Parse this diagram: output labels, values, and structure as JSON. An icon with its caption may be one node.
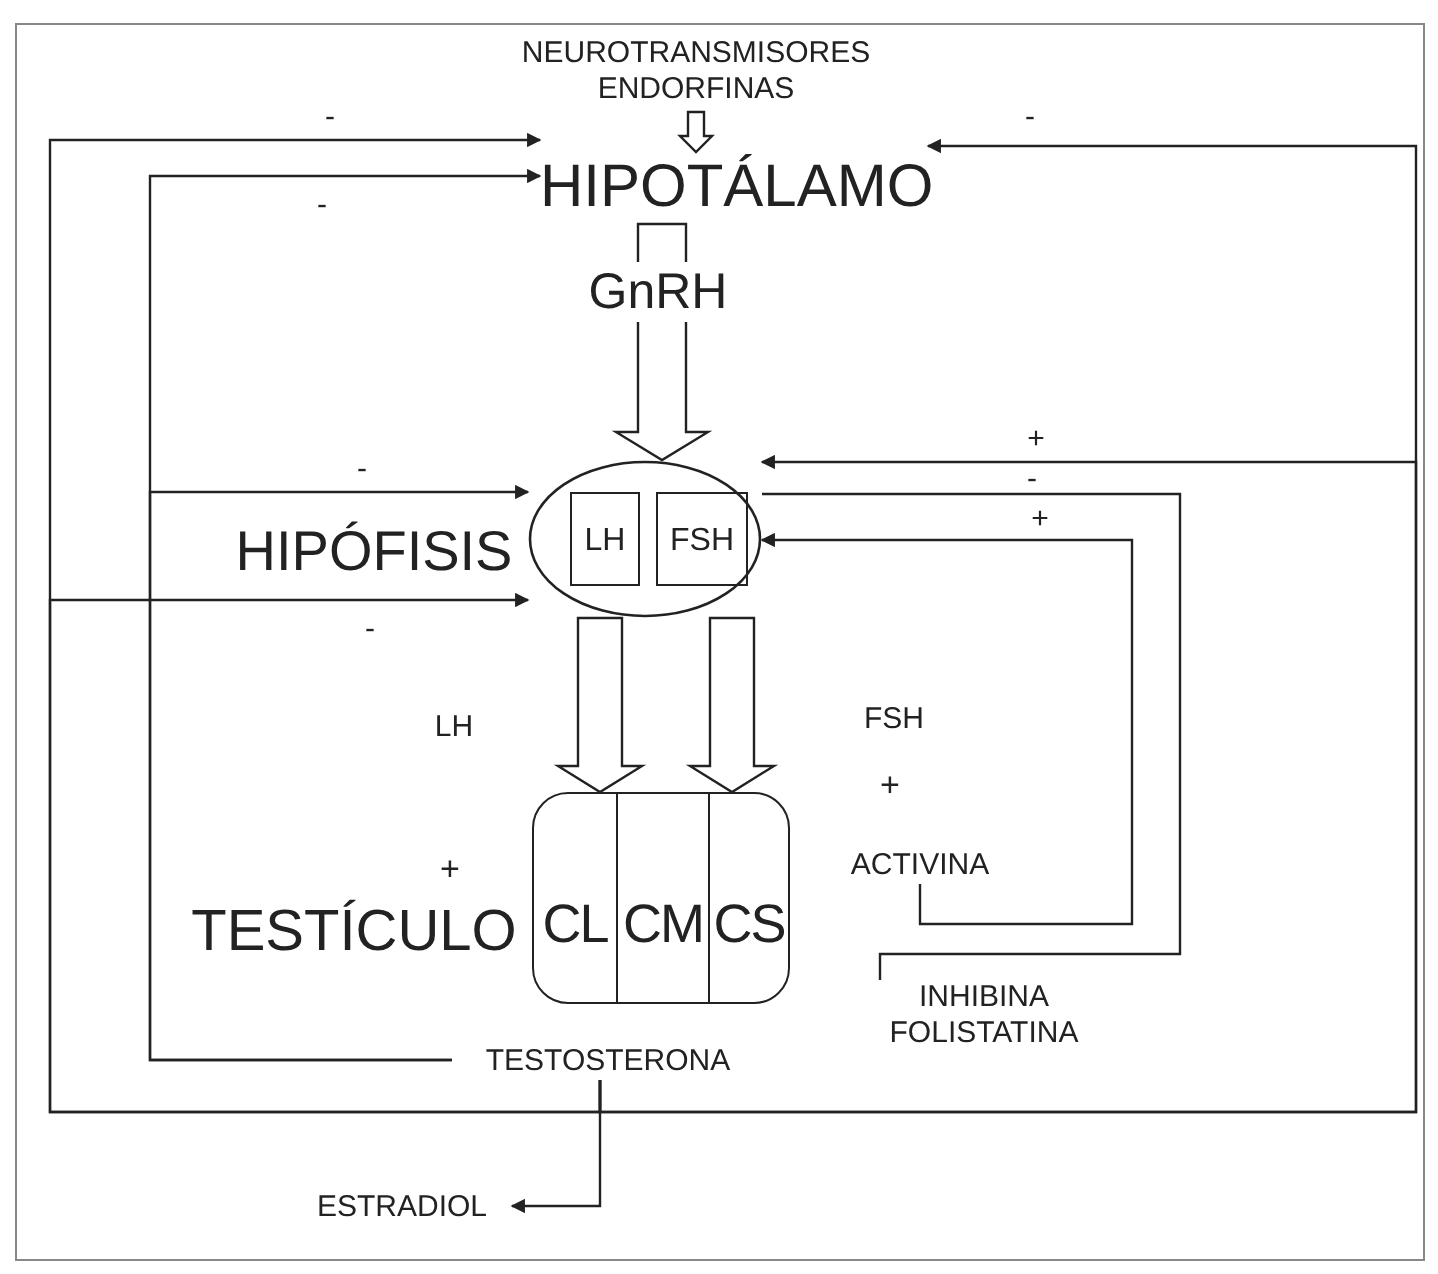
{
  "diagram": {
    "nodes": [
      {
        "text": [
          "NEUROTRANSMISORES ENDORFINAS"
        ]
      },
      {
        "text": [
          "HIPOTÁLAMO"
        ]
      },
      {
        "text": [],
        "shape": "ellipse",
        "beside": [
          "HIPÓFISIS"
        ]
      },
      {
        "text": [
          "LH"
        ],
        "in": 2
      },
      {
        "text": [
          "FSH"
        ],
        "in": 2
      },
      {
        "text": [],
        "shape": "box",
        "beside": [
          "TESTÍCULO"
        ]
      },
      {
        "text": [
          "CL"
        ],
        "in": 5
      },
      {
        "text": [
          "CM"
        ],
        "in": 5
      },
      {
        "text": [
          "CS"
        ],
        "in": 5
      },
      {
        "text": [
          "ACTIVINA"
        ]
      },
      {
        "text": [
          "INHIBINA FOLISTATINA"
        ]
      },
      {
        "text": [
          "TESTOSTERONA"
        ]
      },
      {
        "text": [
          "ESTRADIOL"
        ]
      }
    ],
    "edges": [
      {
        "from": 0,
        "to": 1,
        "arrow": "to",
        "style": "thick"
      },
      {
        "from": 1,
        "to": 2,
        "arrow": "to",
        "style": "thick",
        "label": "GnRH"
      },
      {
        "from": 2,
        "to": 5,
        "arrow": "to",
        "style": "thick",
        "label": "LH"
      },
      {
        "from": 2,
        "to": 5,
        "arrow": "to",
        "style": "thick",
        "label": "FSH"
      },
      {
        "from": 11,
        "to": 12,
        "arrow": "to"
      },
      {
        "from": 11,
        "to": 1,
        "arrow": "to",
        "label": "-"
      },
      {
        "from": 11,
        "to": 1,
        "arrow": "to",
        "label": "-"
      },
      {
        "from": 11,
        "to": 2,
        "arrow": "to",
        "label": "-"
      },
      {
        "from": 11,
        "to": 2,
        "arrow": "to",
        "label": "-"
      },
      {
        "from": 11,
        "to": 1,
        "arrow": "to",
        "label": "-"
      },
      {
        "from": 11,
        "to": 2,
        "arrow": "to",
        "label": "+"
      },
      {
        "from": 10,
        "to": 2,
        "arrow": "none",
        "label": "-"
      },
      {
        "from": 9,
        "to": 2,
        "arrow": "to",
        "label": "+"
      }
    ],
    "labels": [
      "+",
      "+"
    ]
  }
}
